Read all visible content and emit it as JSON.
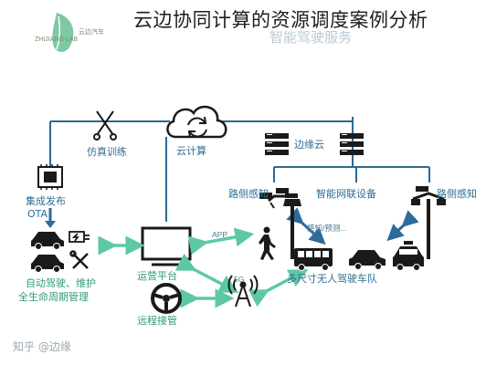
{
  "page": {
    "title": "云边协同计算的资源调度案例分析",
    "ghost_subtitle": "智能驾驶服务"
  },
  "logo": {
    "name_cn": "云边汽车",
    "name_en": "ZHIJIANG LAB"
  },
  "nodes": {
    "simulation": "仿真训练",
    "cloud": "云计算",
    "edge": "边缘云",
    "integrate_release": "集成发布",
    "ota": "OTA",
    "roadside_left": "路侧感知",
    "net_device": "智能网联设备",
    "roadside_right": "路侧感知",
    "lifecycle_line1": "自动驾驶、维护",
    "lifecycle_line2": "全生命周期管理",
    "ops_platform": "运营平台",
    "app": "APP",
    "perception": "感知/预测...",
    "multi_car": "多尺寸无人驾驶车队",
    "remote_control": "远程接管",
    "net_5g": "5G"
  },
  "colors": {
    "line_blue": "#2c6a92",
    "arrow_green": "#5ec7a6",
    "arrow_blue": "#2d6b9a",
    "dark": "#1a1a1a"
  },
  "watermark": "知乎 @边缘"
}
